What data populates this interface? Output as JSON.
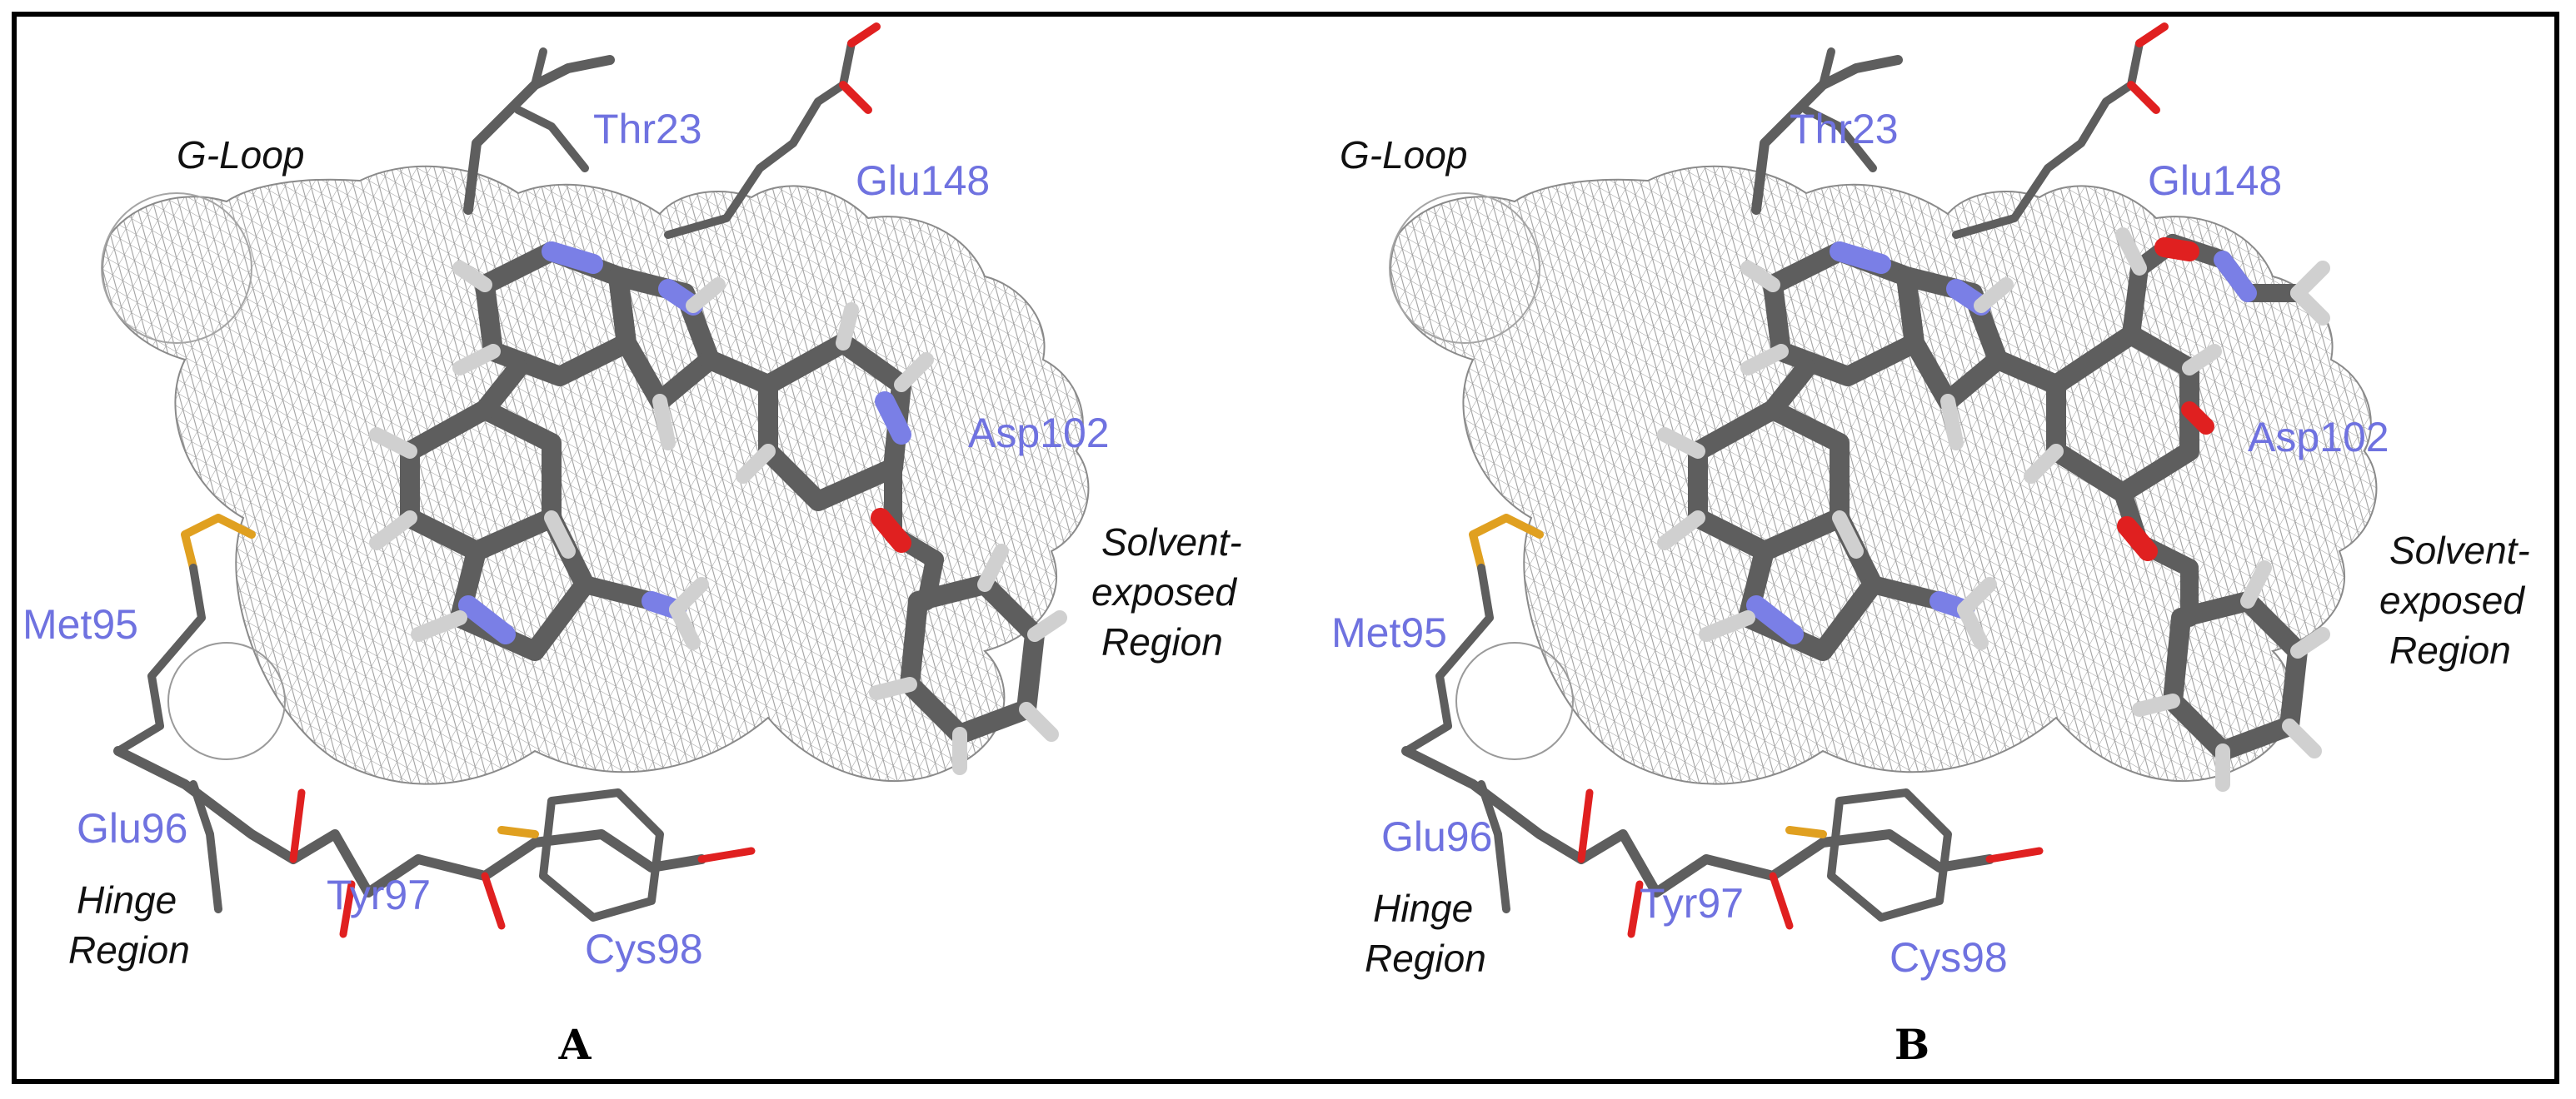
{
  "panels": [
    {
      "letter": "A",
      "residues": {
        "thr23": "Thr23",
        "glu148": "Glu148",
        "asp102": "Asp102",
        "met95": "Met95",
        "glu96": "Glu96",
        "tyr97": "Tyr97",
        "cys98": "Cys98"
      },
      "regions": {
        "gloop": "G-Loop",
        "solvent": [
          "Solvent-",
          "exposed",
          "Region"
        ],
        "hinge": [
          "Hinge",
          "Region"
        ]
      }
    },
    {
      "letter": "B",
      "residues": {
        "thr23": "Thr23",
        "glu148": "Glu148",
        "asp102": "Asp102",
        "met95": "Met95",
        "glu96": "Glu96",
        "tyr97": "Tyr97",
        "cys98": "Cys98"
      },
      "regions": {
        "gloop": "G-Loop",
        "solvent": [
          "Solvent-",
          "exposed",
          "Region"
        ],
        "hinge": [
          "Hinge",
          "Region"
        ]
      }
    }
  ],
  "colors": {
    "carbon": "#5e5e5e",
    "hydrogen": "#d9d9d9",
    "nitrogen": "#7a7fe6",
    "oxygen": "#e02020",
    "sulfur": "#e0a020",
    "residue_label": "#6f72e0",
    "mesh": "#9a9a9a"
  }
}
